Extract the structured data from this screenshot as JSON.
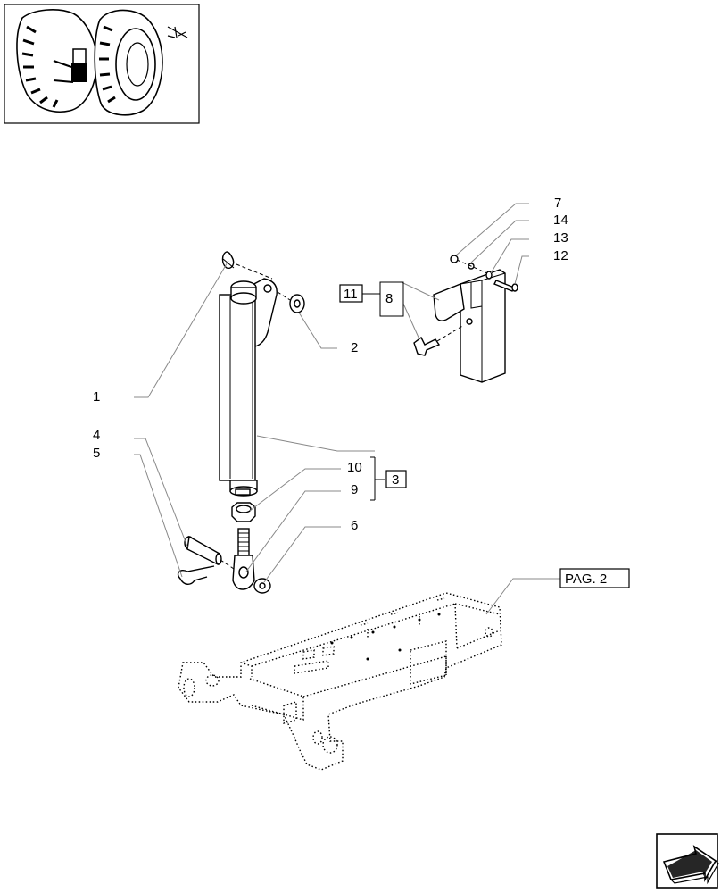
{
  "callouts": [
    {
      "id": "c1",
      "text": "1"
    },
    {
      "id": "c2",
      "text": "2"
    },
    {
      "id": "c4",
      "text": "4"
    },
    {
      "id": "c5",
      "text": "5"
    },
    {
      "id": "c6",
      "text": "6"
    },
    {
      "id": "c7",
      "text": "7"
    },
    {
      "id": "c8",
      "text": "8"
    },
    {
      "id": "c9",
      "text": "9"
    },
    {
      "id": "c10",
      "text": "10"
    },
    {
      "id": "c12",
      "text": "12"
    },
    {
      "id": "c13",
      "text": "13"
    },
    {
      "id": "c14",
      "text": "14"
    }
  ],
  "group_boxes": [
    {
      "id": "g3",
      "text": "3"
    },
    {
      "id": "g11",
      "text": "11"
    }
  ],
  "page_ref": {
    "text": "PAG. 2"
  },
  "icons": {
    "thumbnail": "tractor-thumbnail-icon",
    "next_page": "next-page-arrow-icon"
  }
}
